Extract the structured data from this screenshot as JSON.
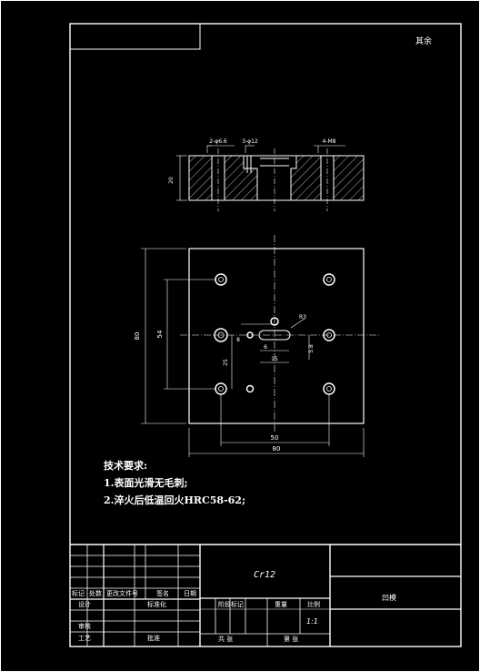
{
  "drawing": {
    "corner_label": "其余",
    "material": "Cr12",
    "part_name": "凹模",
    "scale": "1:1",
    "tech_requirements": {
      "heading": "技术要求:",
      "items": [
        "1.表面光滑无毛刺;",
        "2.淬火后低温回火HRC58-62;"
      ]
    },
    "section_dims": {
      "holes_left": "2-φ6.6",
      "hole_center": "3-φ12",
      "counterbore_right": "4-M8",
      "height": "20"
    },
    "plan_dims": {
      "overall_width": "80",
      "hole_span_x": "50",
      "overall_height": "80",
      "hole_span_y": "54",
      "d1": "25",
      "d2": "8",
      "d3": "6",
      "d4": "15",
      "d5": "5.8",
      "r": "R3"
    },
    "title_block": {
      "row_labels": [
        "标记",
        "处数",
        "更改文件号",
        "签名",
        "日期"
      ],
      "design": "设计",
      "standard": "标准化",
      "review": "审核",
      "process": "工艺",
      "approve": "批准",
      "stage_mark": "阶段标记",
      "weight": "重量",
      "ratio": "比例",
      "sheets_total": "共 张",
      "sheet_no": "第 张"
    }
  }
}
